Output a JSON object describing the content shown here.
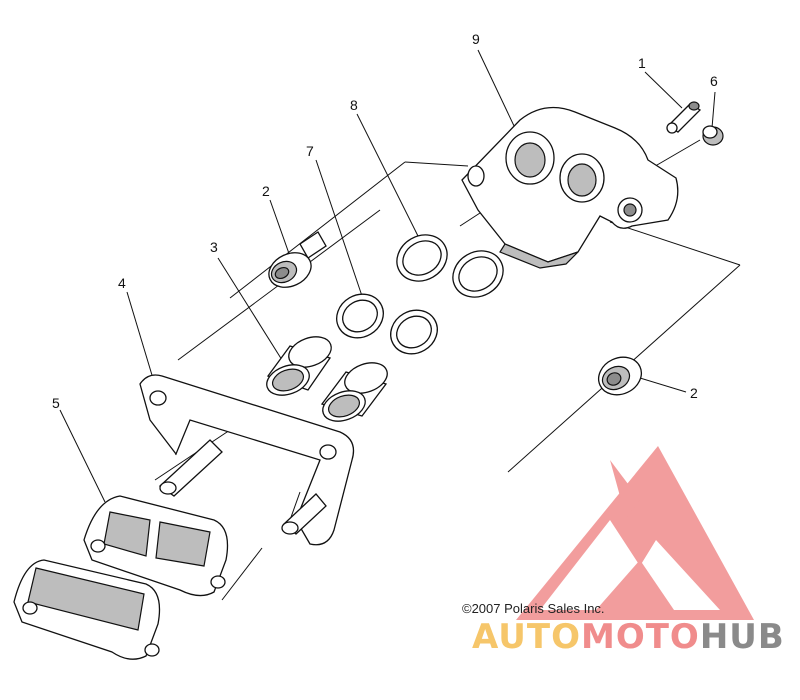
{
  "callouts": {
    "c1": "1",
    "c2a": "2",
    "c2b": "2",
    "c3": "3",
    "c4": "4",
    "c5": "5",
    "c6": "6",
    "c7": "7",
    "c8": "8",
    "c9": "9"
  },
  "copyright": "©2007 Polaris Sales Inc.",
  "watermark": {
    "auto": "AUTO",
    "moto": "MOTO",
    "hub": "HUB",
    "colors": {
      "red": "#f08c8c",
      "yellow": "#f6c66a",
      "gray": "#8a8a8a"
    }
  }
}
